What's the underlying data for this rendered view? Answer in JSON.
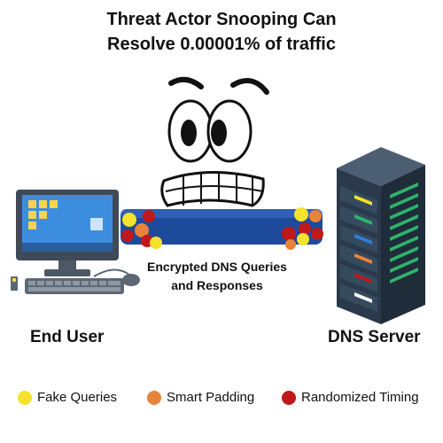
{
  "title": {
    "line1": "Threat Actor Snooping Can",
    "line2": "Resolve 0.00001% of traffic"
  },
  "tube_caption": {
    "line1": "Encrypted DNS Queries",
    "line2": "and Responses"
  },
  "end_user_label": "End User",
  "dns_server_label": "DNS Server",
  "legend": [
    {
      "label": "Fake Queries",
      "color": "#f5e22a",
      "icon": "yellow-dot"
    },
    {
      "label": "Smart Padding",
      "color": "#e8843a",
      "icon": "orange-dot"
    },
    {
      "label": "Randomized Timing",
      "color": "#c0181b",
      "icon": "red-dot"
    }
  ],
  "colors": {
    "tube": "#1e4a9c",
    "server_body": "#2a3a4c",
    "monitor_frame": "#3f4a58",
    "screen": "#2f7fd6"
  }
}
